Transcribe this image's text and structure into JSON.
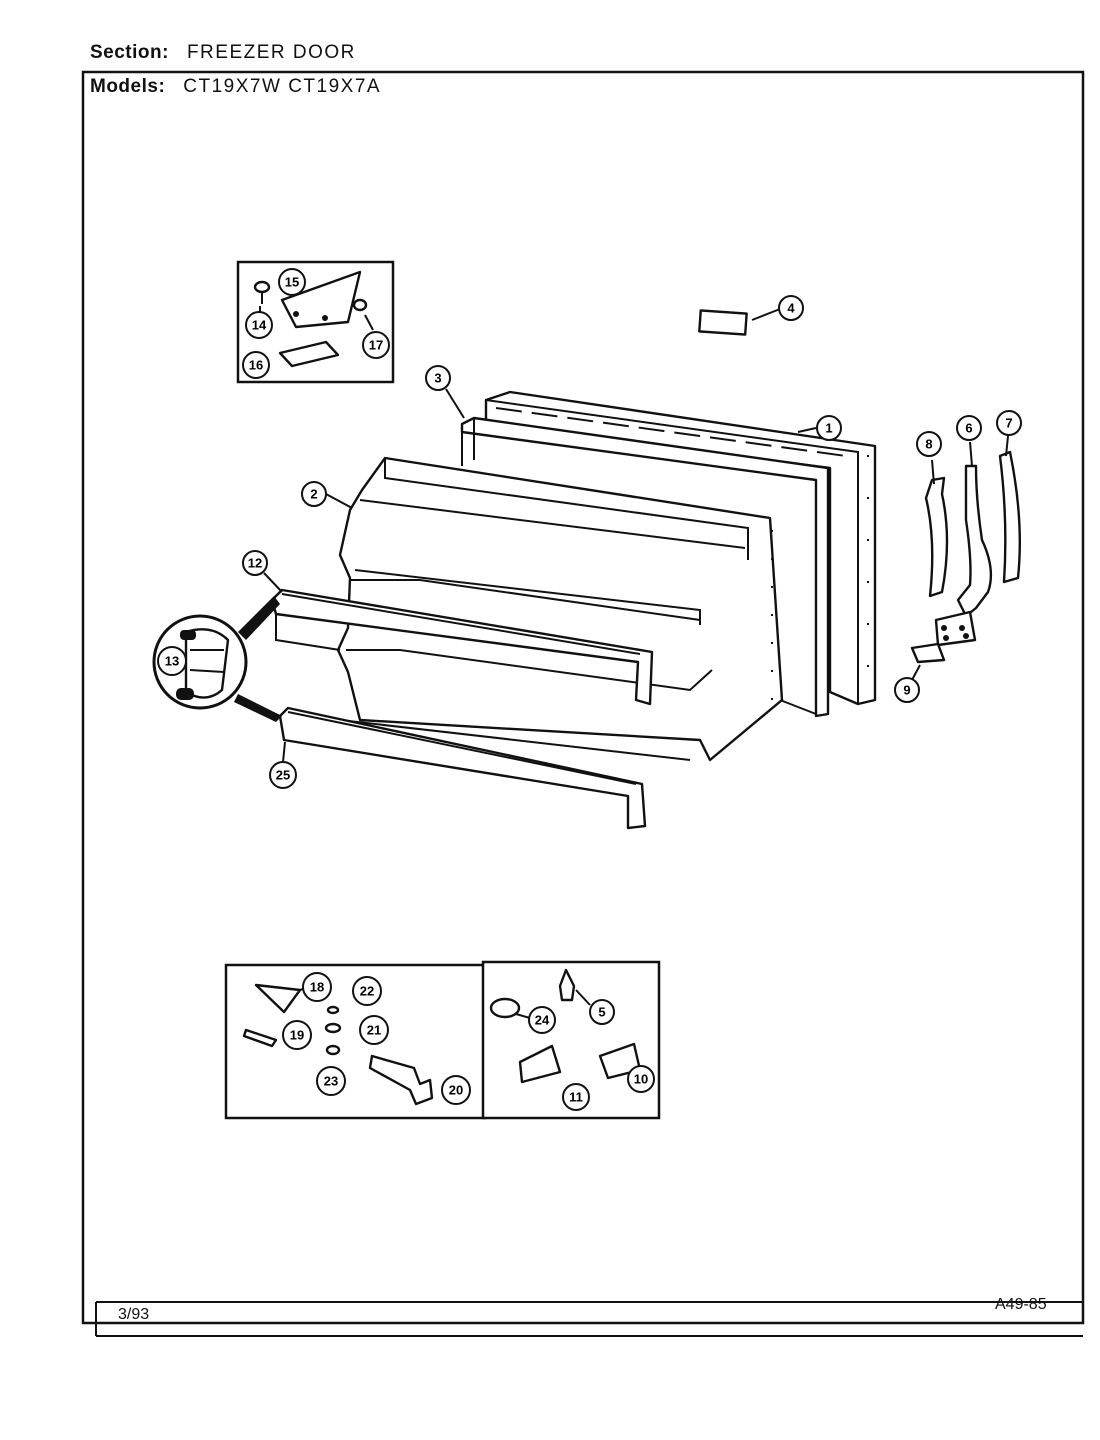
{
  "header": {
    "section_label": "Section:",
    "section_value": "FREEZER DOOR",
    "models_label": "Models:",
    "models_value": "CT19X7W  CT19X7A"
  },
  "footer": {
    "date": "3/93",
    "code": "A49-85"
  },
  "callouts": {
    "c1": "1",
    "c2": "2",
    "c3": "3",
    "c4": "4",
    "c5": "5",
    "c6": "6",
    "c7": "7",
    "c8": "8",
    "c9": "9",
    "c10": "10",
    "c11": "11",
    "c12": "12",
    "c13": "13",
    "c14": "14",
    "c15": "15",
    "c16": "16",
    "c17": "17",
    "c18": "18",
    "c19": "19",
    "c20": "20",
    "c21": "21",
    "c22": "22",
    "c23": "23",
    "c24": "24",
    "c25": "25"
  }
}
